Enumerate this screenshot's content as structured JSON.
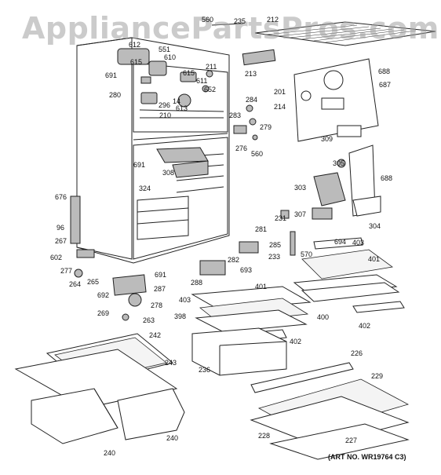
{
  "watermark": "AppliancePartsPros.com",
  "art_number": "(ART NO. WR19764 C3)",
  "labels": [
    {
      "id": "l560a",
      "text": "560"
    },
    {
      "id": "l235",
      "text": "235"
    },
    {
      "id": "l212",
      "text": "212"
    },
    {
      "id": "l612",
      "text": "612"
    },
    {
      "id": "l615a",
      "text": "615"
    },
    {
      "id": "l551",
      "text": "551"
    },
    {
      "id": "l610",
      "text": "610"
    },
    {
      "id": "l211",
      "text": "211"
    },
    {
      "id": "l691a",
      "text": "691"
    },
    {
      "id": "l615b",
      "text": "615"
    },
    {
      "id": "l611",
      "text": "611"
    },
    {
      "id": "l652",
      "text": "652"
    },
    {
      "id": "l280",
      "text": "280"
    },
    {
      "id": "l296",
      "text": "296"
    },
    {
      "id": "l14",
      "text": "14"
    },
    {
      "id": "l613",
      "text": "613"
    },
    {
      "id": "l210",
      "text": "210"
    },
    {
      "id": "l213",
      "text": "213"
    },
    {
      "id": "l688a",
      "text": "688"
    },
    {
      "id": "l201",
      "text": "201"
    },
    {
      "id": "l687",
      "text": "687"
    },
    {
      "id": "l214",
      "text": "214"
    },
    {
      "id": "l284",
      "text": "284"
    },
    {
      "id": "l283",
      "text": "283"
    },
    {
      "id": "l279",
      "text": "279"
    },
    {
      "id": "l276",
      "text": "276"
    },
    {
      "id": "l560b",
      "text": "560"
    },
    {
      "id": "l309",
      "text": "309"
    },
    {
      "id": "l691b",
      "text": "691"
    },
    {
      "id": "l308",
      "text": "308"
    },
    {
      "id": "l324",
      "text": "324"
    },
    {
      "id": "l305",
      "text": "305"
    },
    {
      "id": "l688b",
      "text": "688"
    },
    {
      "id": "l303",
      "text": "303"
    },
    {
      "id": "l676",
      "text": "676"
    },
    {
      "id": "l96",
      "text": "96"
    },
    {
      "id": "l267",
      "text": "267"
    },
    {
      "id": "l307",
      "text": "307"
    },
    {
      "id": "l231",
      "text": "231"
    },
    {
      "id": "l304",
      "text": "304"
    },
    {
      "id": "l281",
      "text": "281"
    },
    {
      "id": "l285",
      "text": "285"
    },
    {
      "id": "l694",
      "text": "694"
    },
    {
      "id": "l403a",
      "text": "403"
    },
    {
      "id": "l602",
      "text": "602"
    },
    {
      "id": "l233",
      "text": "233"
    },
    {
      "id": "l570",
      "text": "570"
    },
    {
      "id": "l282",
      "text": "282"
    },
    {
      "id": "l401a",
      "text": "401"
    },
    {
      "id": "l277",
      "text": "277"
    },
    {
      "id": "l693",
      "text": "693"
    },
    {
      "id": "l264",
      "text": "264"
    },
    {
      "id": "l265",
      "text": "265"
    },
    {
      "id": "l691c",
      "text": "691"
    },
    {
      "id": "l288",
      "text": "288"
    },
    {
      "id": "l287",
      "text": "287"
    },
    {
      "id": "l401b",
      "text": "401"
    },
    {
      "id": "l692",
      "text": "692"
    },
    {
      "id": "l403b",
      "text": "403"
    },
    {
      "id": "l400",
      "text": "400"
    },
    {
      "id": "l278",
      "text": "278"
    },
    {
      "id": "l269",
      "text": "269"
    },
    {
      "id": "l398",
      "text": "398"
    },
    {
      "id": "l402a",
      "text": "402"
    },
    {
      "id": "l263",
      "text": "263"
    },
    {
      "id": "l402b",
      "text": "402"
    },
    {
      "id": "l242",
      "text": "242"
    },
    {
      "id": "l243",
      "text": "243"
    },
    {
      "id": "l236",
      "text": "236"
    },
    {
      "id": "l226",
      "text": "226"
    },
    {
      "id": "l229",
      "text": "229"
    },
    {
      "id": "l228",
      "text": "228"
    },
    {
      "id": "l227",
      "text": "227"
    },
    {
      "id": "l240a",
      "text": "240"
    },
    {
      "id": "l240b",
      "text": "240"
    }
  ]
}
